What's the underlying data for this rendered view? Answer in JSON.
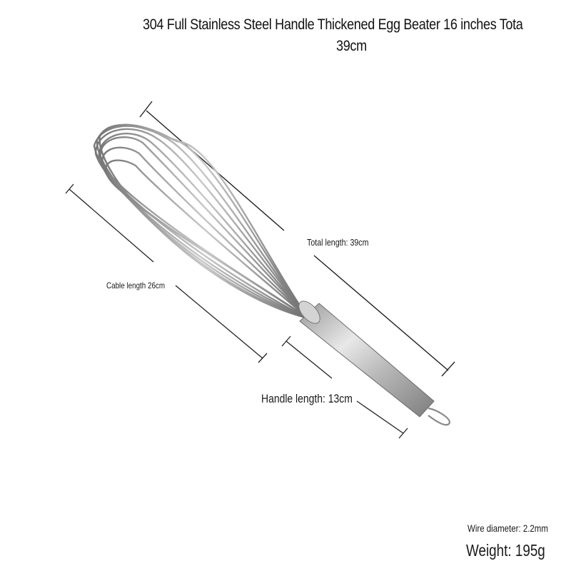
{
  "product": {
    "title_line1": "304 Full Stainless Steel Handle Thickened Egg Beater 16 inches Tota",
    "title_line2": "39cm"
  },
  "dimensions": {
    "total_length": "Total length: 39cm",
    "cable_length": "Cable length 26cm",
    "handle_length": "Handle length: 13cm"
  },
  "specs": {
    "wire_diameter": "Wire diameter: 2.2mm",
    "weight": "Weight: 195g"
  }
}
